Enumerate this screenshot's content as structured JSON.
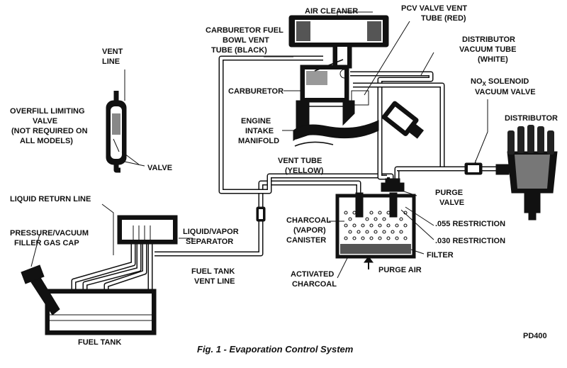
{
  "labels": {
    "air_cleaner": "AIR CLEANER",
    "pcv_1": "PCV VALVE VENT",
    "pcv_2": "TUBE (RED)",
    "carb_fuel_1": "CARBURETOR FUEL",
    "carb_fuel_2": "BOWL VENT",
    "carb_fuel_3": "TUBE (BLACK)",
    "dist_vac_1": "DISTRIBUTOR",
    "dist_vac_2": "VACUUM TUBE",
    "dist_vac_3": "(WHITE)",
    "vent_line_1": "VENT",
    "vent_line_2": "LINE",
    "carburetor": "CARBURETOR",
    "nox_1": "NO",
    "nox_sub": "X",
    "nox_1b": " SOLENOID",
    "nox_2": "VACUUM VALVE",
    "overfill_1": "OVERFILL LIMITING",
    "overfill_2": "VALVE",
    "overfill_3": "(NOT REQUIRED ON",
    "overfill_4": "ALL MODELS)",
    "engine_1": "ENGINE",
    "engine_2": "INTAKE",
    "engine_3": "MANIFOLD",
    "distributor": "DISTRIBUTOR",
    "valve": "VALVE",
    "vent_tube_1": "VENT TUBE",
    "vent_tube_2": "(YELLOW)",
    "liquid_return": "LIQUID RETURN LINE",
    "purge_valve_1": "PURGE",
    "purge_valve_2": "VALVE",
    "pressure_1": "PRESSURE/VACUUM",
    "pressure_2": "FILLER GAS CAP",
    "liquid_vapor_1": "LIQUID/VAPOR",
    "liquid_vapor_2": "SEPARATOR",
    "charcoal_1": "CHARCOAL",
    "charcoal_2": "(VAPOR)",
    "charcoal_3": "CANISTER",
    "restriction_055": ".055 RESTRICTION",
    "restriction_030": ".030 RESTRICTION",
    "filter": "FILTER",
    "fuel_tank_vent_1": "FUEL TANK",
    "fuel_tank_vent_2": "VENT LINE",
    "purge_air": "PURGE AIR",
    "activated_1": "ACTIVATED",
    "activated_2": "CHARCOAL",
    "fuel_tank": "FUEL TANK",
    "code": "PD400"
  },
  "caption": "Fig. 1 - Evaporation Control System"
}
